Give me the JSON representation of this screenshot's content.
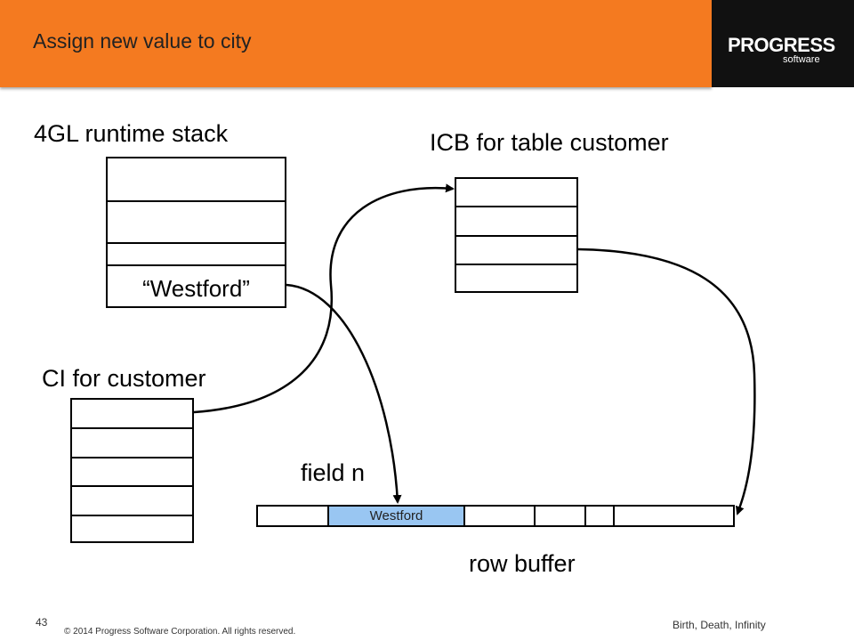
{
  "header": {
    "title": "Assign new value to city",
    "logo": {
      "main": "PROGRESS",
      "sub": "software"
    },
    "accent_color": "#f47a20",
    "logo_bg_color": "#111111"
  },
  "diagram": {
    "runtime_stack_label": "4GL runtime stack",
    "runtime_stack_value": "“Westford”",
    "icb_label": "ICB for table customer",
    "ci_label": "CI for customer",
    "field_label": "field n",
    "row_buffer_label": "row buffer",
    "row_buffer_value": "Westford",
    "highlight_color": "#99c6f2"
  },
  "footer": {
    "slide_number": "43",
    "copyright": "© 2014 Progress Software Corporation. All rights reserved.",
    "right_text": "Birth, Death, Infinity"
  }
}
